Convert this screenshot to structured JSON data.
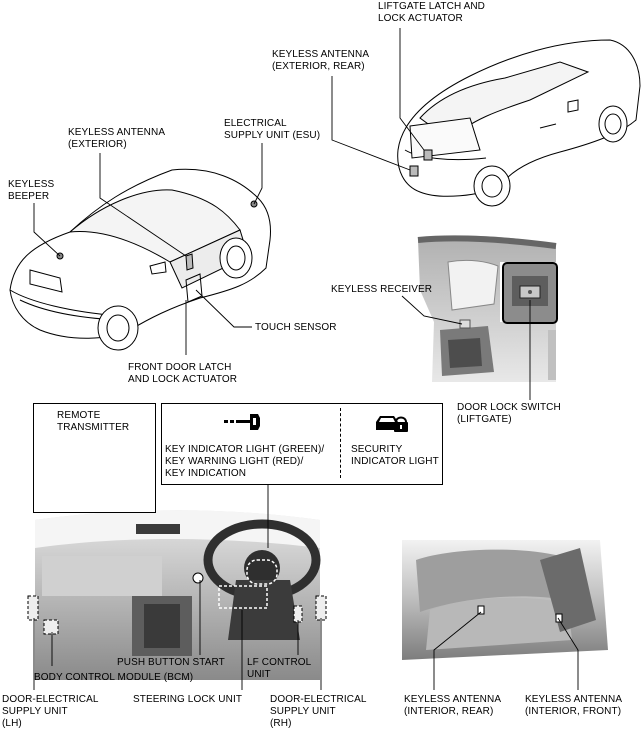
{
  "labels": {
    "liftgate_latch": "LIFTGATE LATCH AND\nLOCK ACTUATOR",
    "keyless_ant_ext_rear": "KEYLESS ANTENNA\n(EXTERIOR, REAR)",
    "keyless_ant_ext": "KEYLESS ANTENNA\n(EXTERIOR)",
    "esu": "ELECTRICAL\nSUPPLY UNIT (ESU)",
    "keyless_beeper": "KEYLESS\nBEEPER",
    "touch_sensor": "TOUCH SENSOR",
    "front_door_latch": "FRONT DOOR LATCH\nAND LOCK ACTUATOR",
    "keyless_receiver": "KEYLESS RECEIVER",
    "door_lock_switch": "DOOR LOCK SWITCH\n(LIFTGATE)",
    "remote_transmitter": "REMOTE\nTRANSMITTER",
    "key_indicator": "KEY INDICATOR LIGHT (GREEN)/\nKEY WARNING LIGHT (RED)/\nKEY INDICATION",
    "security_indicator": "SECURITY\nINDICATOR LIGHT",
    "push_button_start": "PUSH BUTTON START",
    "lf_control_unit": "LF CONTROL\nUNIT",
    "bcm": "BODY CONTROL MODULE (BCM)",
    "door_esu_lh": "DOOR-ELECTRICAL\nSUPPLY UNIT\n(LH)",
    "steering_lock": "STEERING LOCK UNIT",
    "door_esu_rh": "DOOR-ELECTRICAL\nSUPPLY UNIT\n(RH)",
    "keyless_ant_int_rear": "KEYLESS ANTENNA\n(INTERIOR, REAR)",
    "keyless_ant_int_front": "KEYLESS ANTENNA\n(INTERIOR, FRONT)"
  },
  "icons": {
    "key_indicator": "key-icon",
    "security_indicator": "car-padlock-icon"
  },
  "colors": {
    "line": "#000000",
    "car_fill": "#ffffff",
    "photo_dark": "#9a9a9a",
    "photo_light": "#d9d9d9"
  }
}
